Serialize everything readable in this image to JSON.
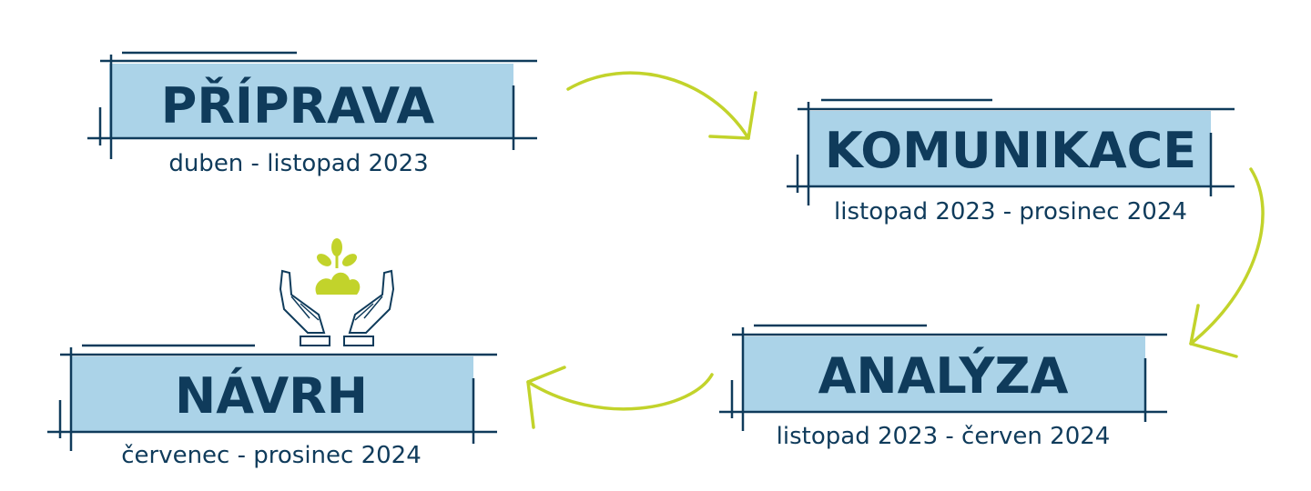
{
  "colors": {
    "box_fill": "#abd3e8",
    "navy": "#0f3b5b",
    "accent_green": "#c2d32b"
  },
  "stages": [
    {
      "title": "PŘÍPRAVA",
      "dates": "duben - listopad 2023"
    },
    {
      "title": "KOMUNIKACE",
      "dates": "listopad 2023 - prosinec 2024"
    },
    {
      "title": "ANALÝZA",
      "dates": "listopad 2023 - červen 2024"
    },
    {
      "title": "NÁVRH",
      "dates": "červenec - prosinec 2024"
    }
  ],
  "icons": {
    "growth": "hands-holding-plant-icon"
  }
}
